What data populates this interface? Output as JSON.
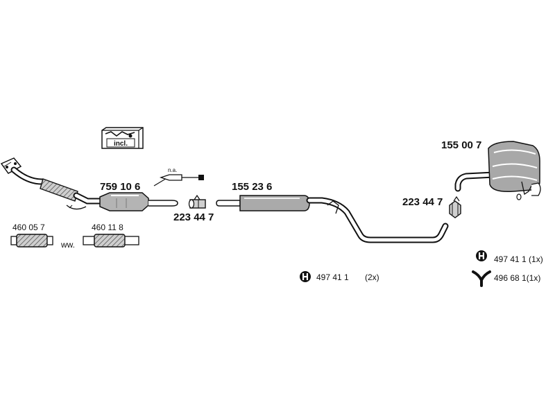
{
  "colors": {
    "line": "#111111",
    "part_fill": "#a9a9a9",
    "part_light": "#d6d6d6",
    "background": "#ffffff"
  },
  "labels": {
    "part_759106": "759 10 6",
    "part_223447_a": "223 44 7",
    "part_155236": "155 23 6",
    "part_223447_b": "223 44 7",
    "part_155007": "155 00 7",
    "part_460057": "460 05 7",
    "part_460118": "460 11 8",
    "alt": "ww.",
    "na": "n.a.",
    "incl": "incl.",
    "mount_center_num": "497 41 1",
    "mount_center_qty": "(2x)",
    "mount_right_1": "497 41 1 (1x)",
    "mount_right_2": "496 68 1(1x)"
  },
  "icons": {
    "bracket": "bracket-icon",
    "rubber_mount": "rubber-mount-icon",
    "y_hanger": "y-hanger-icon",
    "kit": "mounting-kit-icon"
  }
}
